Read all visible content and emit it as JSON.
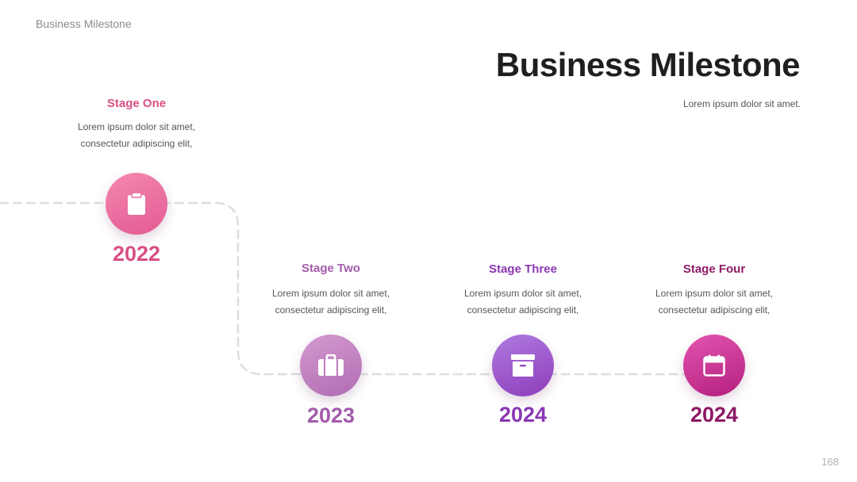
{
  "header": {
    "label": "Business Milestone"
  },
  "title": "Business Milestone",
  "subtitle": "Lorem ipsum dolor sit amet.",
  "page_number": "168",
  "stages": [
    {
      "title": "Stage One",
      "desc_line1": "Lorem ipsum dolor sit amet,",
      "desc_line2": "consectetur adipiscing elit,",
      "year": "2022",
      "icon": "clipboard-icon",
      "color": "#d84f86"
    },
    {
      "title": "Stage Two",
      "desc_line1": "Lorem ipsum dolor sit amet,",
      "desc_line2": "consectetur adipiscing elit,",
      "year": "2023",
      "icon": "briefcase-icon",
      "color": "#a35bab"
    },
    {
      "title": "Stage Three",
      "desc_line1": "Lorem ipsum dolor sit amet,",
      "desc_line2": "consectetur adipiscing elit,",
      "year": "2024",
      "icon": "archive-box-icon",
      "color": "#8a37b4"
    },
    {
      "title": "Stage Four",
      "desc_line1": "Lorem ipsum dolor sit amet,",
      "desc_line2": "consectetur adipiscing elit,",
      "year": "2024",
      "icon": "calendar-icon",
      "color": "#8e1a66"
    }
  ],
  "colors": {
    "path_dash": "#dddddd",
    "node1_gradient": [
      "#f388b0",
      "#e35a92"
    ],
    "node2_gradient": [
      "#d49ad0",
      "#b06cb2"
    ],
    "node3_gradient": [
      "#b07ae0",
      "#8d3dba"
    ],
    "node4_gradient": [
      "#e255b0",
      "#b41e7c"
    ]
  }
}
